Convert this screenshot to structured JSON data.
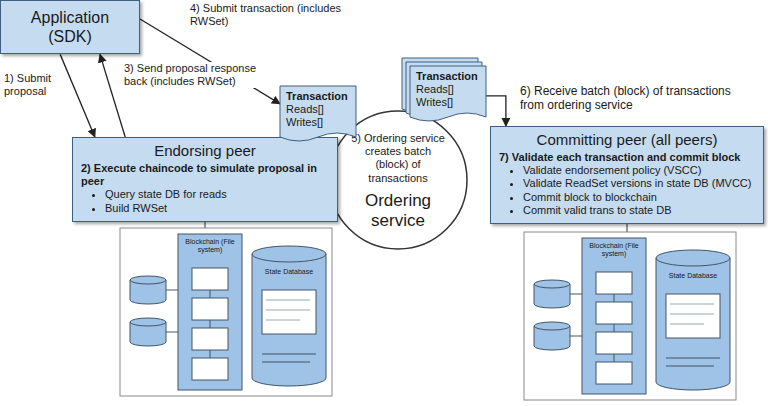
{
  "diagram": {
    "nodes": [
      {
        "text": [
          "Application (SDK)"
        ]
      },
      {
        "text": [
          "Endorsing peer",
          "2) Execute chaincode to simulate proposal in peer",
          "Query state DB for reads",
          "Build RWSet"
        ]
      },
      {
        "text": [
          "Transaction",
          "Reads[]",
          "Writes[]"
        ]
      },
      {
        "text": [
          "5) Ordering service creates batch (block) of transactions",
          "Ordering service"
        ]
      },
      {
        "text": [
          "Transaction",
          "Reads[]",
          "Writes[]"
        ]
      },
      {
        "text": [
          "Committing peer (all peers)",
          "7) Validate each transaction and commit block",
          "Validate endorsement policy (VSCC)",
          "Validate ReadSet versions in state DB (MVCC)",
          "Commit block to blockchain",
          "Commit valid trans to state DB"
        ]
      }
    ],
    "edges": [
      {
        "from": 0,
        "to": 1,
        "label": "1) Submit proposal",
        "arrow": "to"
      },
      {
        "from": 1,
        "to": 0,
        "label": "3) Send proposal response back (includes RWSet)",
        "arrow": "to"
      },
      {
        "from": 0,
        "to": 2,
        "label": "4) Submit transaction (includes RWSet)",
        "arrow": "to"
      },
      {
        "from": 4,
        "to": 5,
        "label": "6) Receive batch (block) of transactions from ordering service",
        "arrow": "to"
      }
    ],
    "labels": [
      "Blockchain (File system)",
      "State Database",
      "Blockchain (File system)",
      "State Database"
    ]
  }
}
